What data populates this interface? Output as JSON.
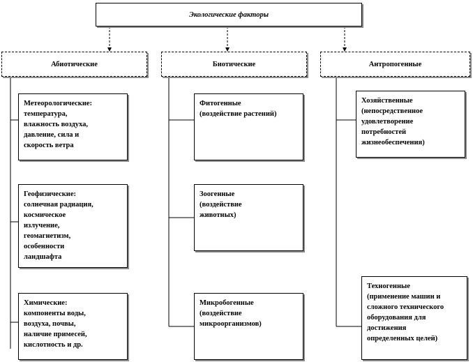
{
  "title": "Экологические факторы",
  "categories": [
    {
      "label": "Абиотические",
      "items": [
        "Метеорологические:\nтемпература,\nвлажность воздуха,\nдавление,  сила и\nскорость ветра",
        "Геофизические:\nсолнечная радиация,\nкосмическое\nизлучение,\nгеомагнетизм,\nособенности\nландшафта",
        "Химические:\nкомпоненты воды,\nвоздуха,  почвы,\nналичие примесей,\nкислотность  и др."
      ]
    },
    {
      "label": "Биотические",
      "items": [
        "Фитогенные\n(воздействие  растений)",
        "Зоогенные\n(воздействие\nживотных)",
        "Микробогенные\n(воздействие\nмикроорганизмов)"
      ]
    },
    {
      "label": "Антропогенные",
      "items": [
        "Хозяйственные\n(непосредственное\nудовлетворение\nпотребностей\nжизнеобеспечения)",
        "Техногенные\n(применение машин и\nсложного технического\nоборудования для\nдостижения\nопределенных  целей)"
      ]
    }
  ]
}
